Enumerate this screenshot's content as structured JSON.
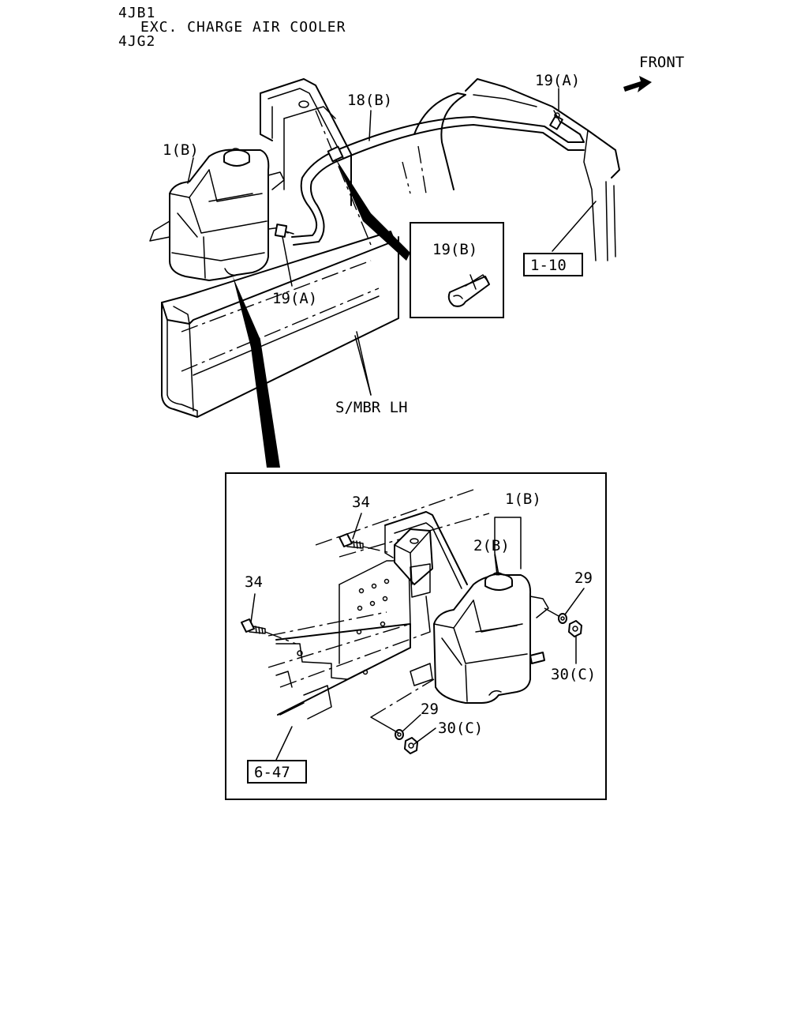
{
  "header": {
    "line1": "4JB1",
    "line2": "EXC. CHARGE AIR COOLER",
    "line3": "4JG2"
  },
  "direction": {
    "label": "FRONT",
    "icon": "front-arrow-icon"
  },
  "callouts": {
    "upper_tank": "1(B)",
    "hose": "18(B)",
    "clamp_top": "19(A)",
    "clamp_tank": "19(A)",
    "clamp_detail": "19(B)",
    "ref_radiator": "1-10",
    "frame_member": "S/MBR LH"
  },
  "detail": {
    "tank": "1(B)",
    "cap": "2(B)",
    "bolt_upper": "34",
    "bolt_lower": "34",
    "washer_right": "29",
    "nut_right": "30(C)",
    "washer_lower": "29",
    "nut_lower": "30(C)",
    "ref_frame": "6-47"
  }
}
